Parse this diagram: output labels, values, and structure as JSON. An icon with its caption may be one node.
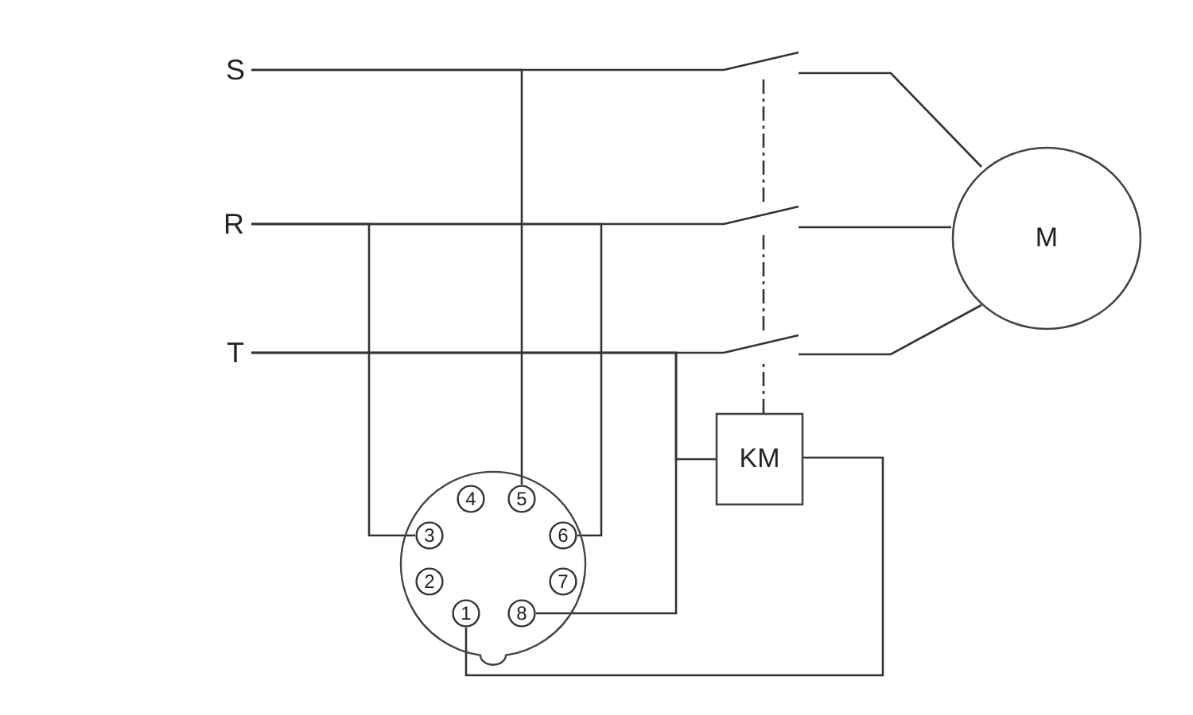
{
  "diagram": {
    "nodes": [
      {
        "text": [
          "S"
        ]
      },
      {
        "text": [
          "R"
        ]
      },
      {
        "text": [
          "T"
        ]
      },
      {
        "text": [],
        "shape": "switch"
      },
      {
        "text": [],
        "shape": "switch"
      },
      {
        "text": [],
        "shape": "switch"
      },
      {
        "text": [
          "M"
        ]
      },
      {
        "text": [
          "KM"
        ]
      },
      {
        "text": [],
        "shape": "circle"
      },
      {
        "text": [
          "1"
        ],
        "in": 8
      },
      {
        "text": [
          "2"
        ],
        "in": 8
      },
      {
        "text": [
          "3"
        ],
        "in": 8
      },
      {
        "text": [
          "4"
        ],
        "in": 8
      },
      {
        "text": [
          "5"
        ],
        "in": 8
      },
      {
        "text": [
          "6"
        ],
        "in": 8
      },
      {
        "text": [
          "7"
        ],
        "in": 8
      },
      {
        "text": [
          "8"
        ],
        "in": 8
      }
    ],
    "edges": [
      {
        "from": 0,
        "to": 3,
        "arrow": "none"
      },
      {
        "from": 0,
        "to": 13,
        "arrow": "none"
      },
      {
        "from": 1,
        "to": 4,
        "arrow": "none"
      },
      {
        "from": 1,
        "to": 11,
        "arrow": "none"
      },
      {
        "from": 1,
        "to": 14,
        "arrow": "none"
      },
      {
        "from": 2,
        "to": 5,
        "arrow": "none"
      },
      {
        "from": 2,
        "to": 16,
        "arrow": "none"
      },
      {
        "from": 2,
        "to": 7,
        "arrow": "none"
      },
      {
        "from": 3,
        "to": 6,
        "arrow": "none"
      },
      {
        "from": 4,
        "to": 6,
        "arrow": "none"
      },
      {
        "from": 5,
        "to": 6,
        "arrow": "none"
      },
      {
        "from": 7,
        "to": 9,
        "arrow": "none"
      },
      {
        "from": 7,
        "to": 5,
        "arrow": "none",
        "style": "dashed"
      },
      {
        "from": 5,
        "to": 4,
        "arrow": "none",
        "style": "dashed"
      },
      {
        "from": 4,
        "to": 3,
        "arrow": "none",
        "style": "dashed"
      }
    ]
  }
}
